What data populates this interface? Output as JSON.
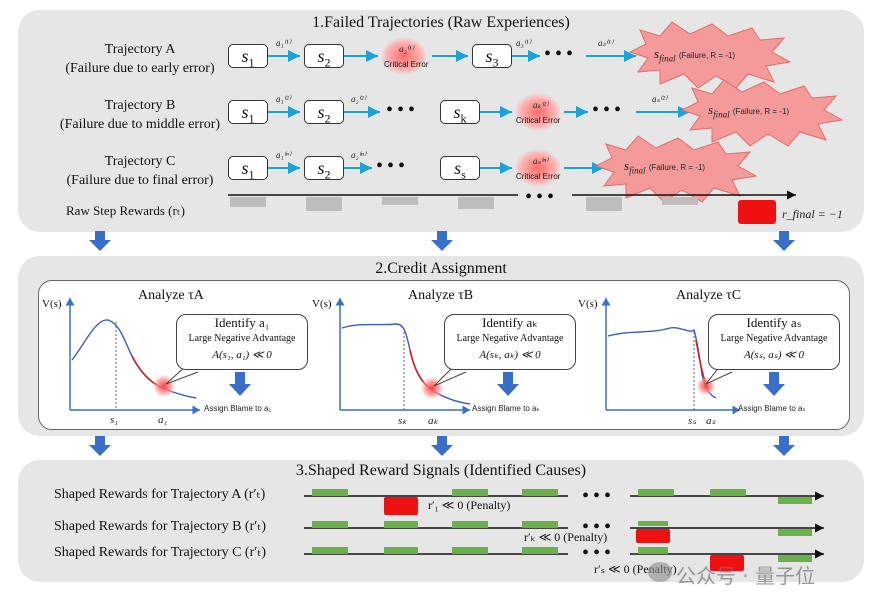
{
  "section1": {
    "title": "1.Failed Trajectories (Raw Experiences)",
    "trajA": {
      "name": "Trajectory A",
      "desc": "(Failure due to early error)"
    },
    "trajB": {
      "name": "Trajectory B",
      "desc": "(Failure due to middle error)"
    },
    "trajC": {
      "name": "Trajectory C",
      "desc": "(Failure due to final error)"
    },
    "critical": "Critical Error",
    "failure": "(Failure, R = -1)",
    "raw_rewards_label": "Raw Step Rewards (rₜ)",
    "r_final": "r_final = −1"
  },
  "section2": {
    "title": "2.Credit Assignment",
    "vs": "V(s)",
    "panels": [
      {
        "analyze": "Analyze τA",
        "identify": "Identify a₁",
        "adv": "Large Negative Advantage",
        "formula": "A(s₁, a₁) ≪ 0",
        "blame": "Assign Blame to a₁",
        "x1": "s₁",
        "x2": "a₁"
      },
      {
        "analyze": "Analyze τB",
        "identify": "Identify aₖ",
        "adv": "Large Negative Advantage",
        "formula": "A(sₖ, aₖ) ≪ 0",
        "blame": "Assign Blame to aₖ",
        "x1": "sₖ",
        "x2": "aₖ"
      },
      {
        "analyze": "Analyze τC",
        "identify": "Identify aₛ",
        "adv": "Large Negative Advantage",
        "formula": "A(sₛ, aₛ) ≪ 0",
        "blame": "Assign Blame to aₛ",
        "x1": "sₛ",
        "x2": "aₛ"
      }
    ]
  },
  "section3": {
    "title": "3.Shaped Reward Signals (Identified Causes)",
    "rowA": "Shaped Rewards for Trajectory A (r′ₜ)",
    "rowB": "Shaped Rewards for Trajectory B (r′ₜ)",
    "rowC": "Shaped Rewards for Trajectory C (r′ₜ)",
    "penA": "r′₁ ≪ 0 (Penalty)",
    "penB": "r′ₖ ≪ 0 (Penalty)",
    "penC": "r′ₛ ≪ 0 (Penalty)"
  },
  "watermark": "公众号 · 量子位",
  "colors": {
    "panel": "#e6e6e6",
    "arrow_blue": "#3a6fc9",
    "cyan": "#1aa3d9",
    "red": "#ee1111",
    "green": "#6ab04c",
    "gray": "#bdbdbd"
  }
}
